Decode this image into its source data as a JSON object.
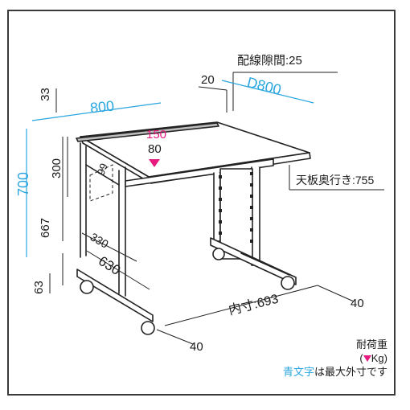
{
  "dimensions": {
    "width_total": "800",
    "depth_total": "D800",
    "height_total": "700",
    "top_thickness": "33",
    "cable_gap_value": "20",
    "cable_gap_label": "配線隙間:25",
    "top_depth_label": "天板奥行き:755",
    "under_height": "667",
    "caster_height": "63",
    "front_bar_height": "300",
    "rear_gap": "99",
    "leg_depth": "330",
    "leg_depth_inner": "630",
    "inner_width_label": "内寸:693",
    "foot_left": "40",
    "foot_right": "40"
  },
  "load": {
    "top_capacity": "150",
    "shelf_capacity": "80"
  },
  "legend": {
    "line1": "耐荷重",
    "line2_prefix": "(",
    "line2_suffix": "Kg)",
    "line3_blue": "青文字",
    "line3_rest": "は最大外寸です"
  },
  "colors": {
    "blue": "#29a6df",
    "magenta": "#e5197e",
    "line": "#222222"
  }
}
